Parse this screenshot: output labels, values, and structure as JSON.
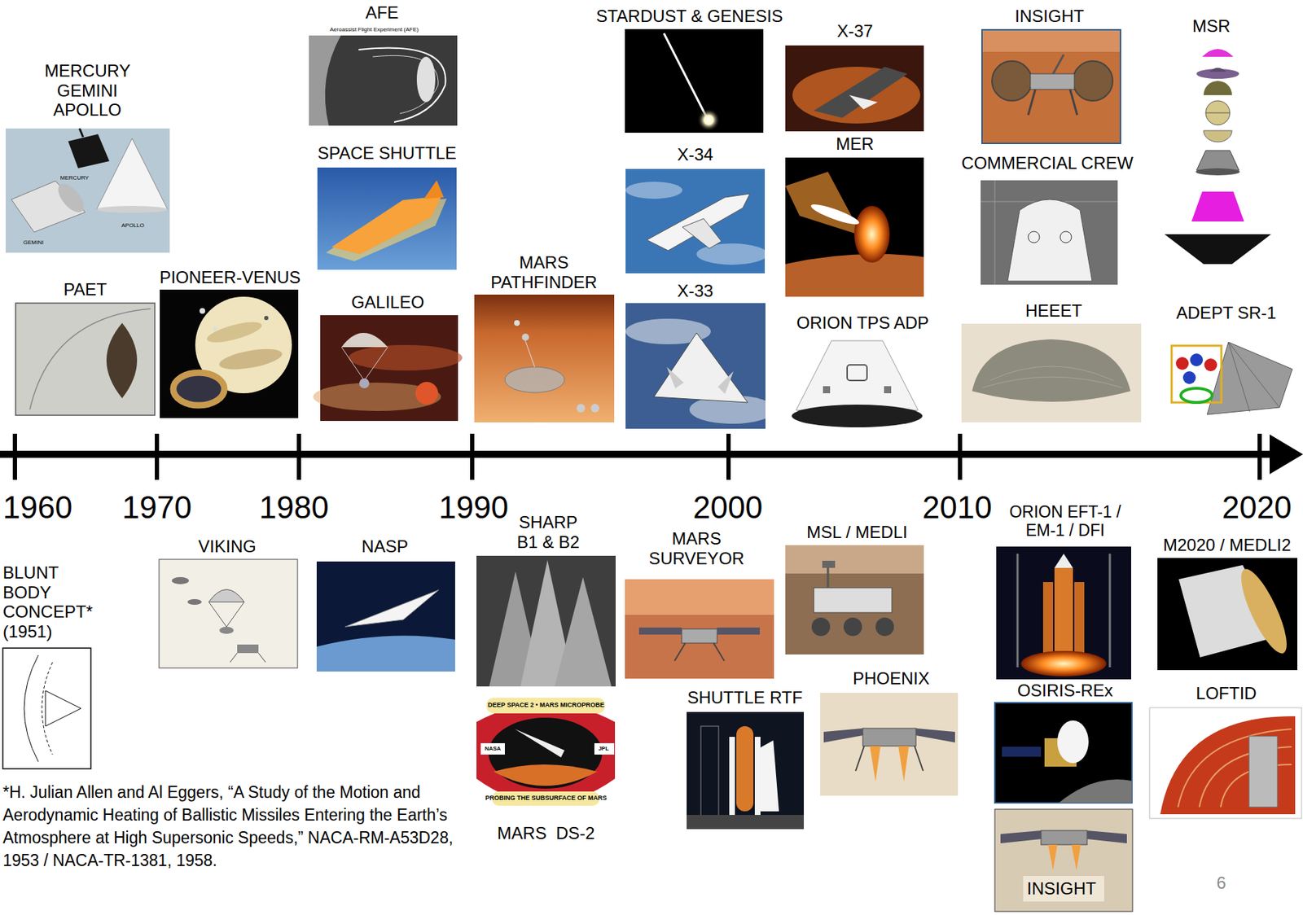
{
  "diagram": {
    "labels": [
      "MERCURY GEMINI APOLLO",
      "MERCURY",
      "GEMINI",
      "APOLLO",
      "PAET",
      "PIONEER-VENUS",
      "AFE",
      "Aeroassist Flight Experiment (AFE)",
      "SPACE SHUTTLE",
      "GALILEO",
      "MARS PATHFINDER",
      "STARDUST & GENESIS",
      "X-34",
      "X-33",
      "X-37",
      "MER",
      "ORION TPS ADP",
      "INSIGHT",
      "COMMERCIAL CREW",
      "HEEET",
      "MSR",
      "ADEPT SR-1",
      "1960",
      "1970",
      "1980",
      "1990",
      "2000",
      "2010",
      "2020",
      "BLUNT BODY CONCEPT* (1951)",
      "VIKING",
      "NASP",
      "SHARP B1 & B2",
      "MARS  DS-2",
      "DEEP SPACE 2 • MARS MICROPROBE",
      "NASA",
      "JPL",
      "PROBING THE SUBSURFACE OF MARS",
      "MARS SURVEYOR",
      "SHUTTLE RTF",
      "MSL / MEDLI",
      "PHOENIX",
      "ORION EFT-1 / EM-1 / DFI",
      "OSIRIS-REx",
      "M2020 / MEDLI2",
      "LOFTID",
      "INSIGHT",
      "*H. Julian Allen and Al Eggers, “A Study of the Motion and Aerodynamic Heating of Ballistic Missiles Entering the Earth’s Atmosphere at High Supersonic Speeds,” NACA-RM-A53D28, 1953 / NACA-TR-1381, 1958.",
      "6"
    ]
  }
}
